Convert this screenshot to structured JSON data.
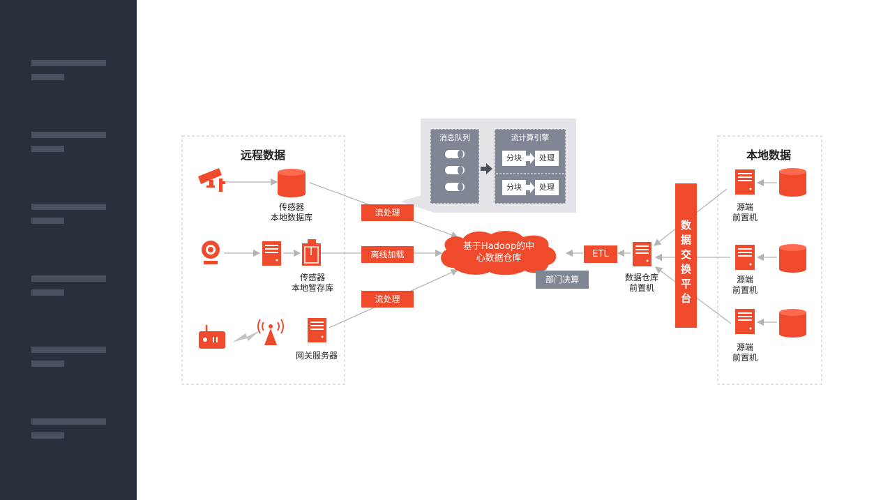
{
  "colors": {
    "accent": "#f04a2c",
    "grey": "#818694",
    "sidebar": "#2a2f3c"
  },
  "remote": {
    "title": "远程数据",
    "db_label": [
      "传感器",
      "本地数据库"
    ],
    "temp_label": [
      "传感器",
      "本地暂存库"
    ],
    "gateway_label": "网关服务器"
  },
  "local": {
    "title": "本地数据",
    "source_label": [
      "源端",
      "前置机"
    ]
  },
  "process": {
    "stream1": "流处理",
    "offline": "离线加载",
    "stream2": "流处理",
    "etl": "ETL",
    "dept": "部门决算"
  },
  "center": {
    "cloud": [
      "基于Hadoop的中",
      "心数据仓库"
    ]
  },
  "warehouse": {
    "front_label": [
      "数据仓库",
      "前置机"
    ]
  },
  "exchange": {
    "chars": [
      "数",
      "据",
      "交",
      "换",
      "平",
      "台"
    ]
  },
  "popup": {
    "queue_title": "消息队列",
    "engine_title": "流计算引擎",
    "block": "分块",
    "handle": "处理"
  }
}
